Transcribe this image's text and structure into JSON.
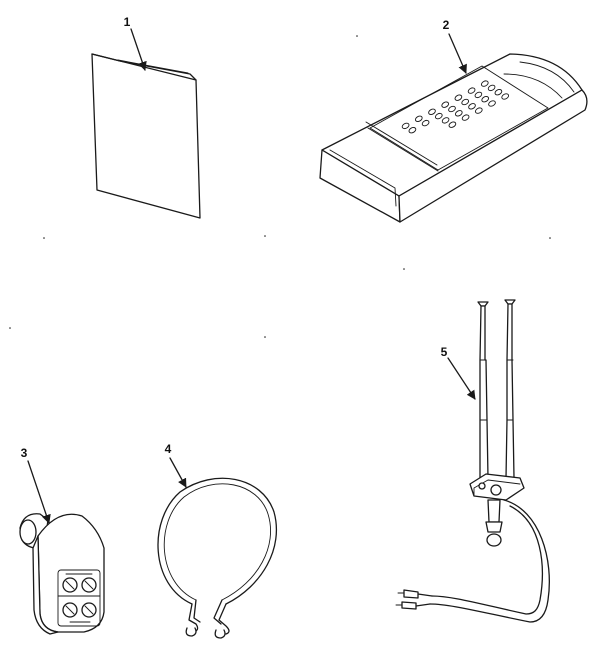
{
  "diagram": {
    "parts": [
      {
        "number": "1",
        "icon": "manual-booklet-icon"
      },
      {
        "number": "2",
        "icon": "remote-control-icon"
      },
      {
        "number": "3",
        "icon": "antenna-adapter-icon"
      },
      {
        "number": "4",
        "icon": "loop-antenna-icon"
      },
      {
        "number": "5",
        "icon": "rabbit-ear-antenna-icon"
      }
    ],
    "ink_color": "#1a1a1a",
    "background": "#ffffff"
  }
}
